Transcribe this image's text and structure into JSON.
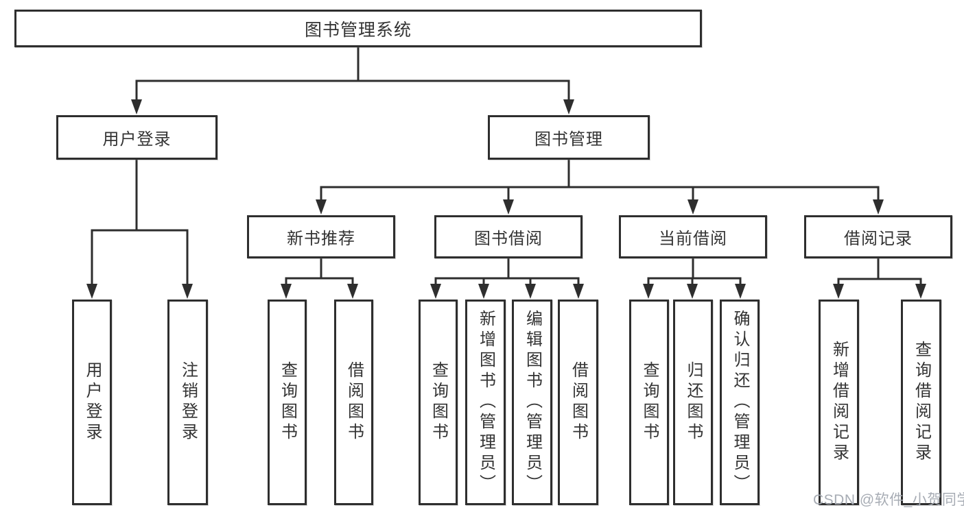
{
  "title": "图书管理系统",
  "tree": {
    "label": "图书管理系统",
    "children": [
      {
        "label": "用户登录",
        "children": [
          {
            "label": "用户登录"
          },
          {
            "label": "注销登录"
          }
        ]
      },
      {
        "label": "图书管理",
        "children": [
          {
            "label": "新书推荐",
            "children": [
              {
                "label": "查询图书"
              },
              {
                "label": "借阅图书"
              }
            ]
          },
          {
            "label": "图书借阅",
            "children": [
              {
                "label": "查询图书"
              },
              {
                "label": "新增图书（管理员）"
              },
              {
                "label": "编辑图书（管理员）"
              },
              {
                "label": "借阅图书"
              }
            ]
          },
          {
            "label": "当前借阅",
            "children": [
              {
                "label": "查询图书"
              },
              {
                "label": "归还图书"
              },
              {
                "label": "确认归还（管理员）"
              }
            ]
          },
          {
            "label": "借阅记录",
            "children": [
              {
                "label": "新增借阅记录"
              },
              {
                "label": "查询借阅记录"
              }
            ]
          }
        ]
      }
    ]
  },
  "watermark": {
    "text": "CSDN @软件_小贺同学"
  },
  "colors": {
    "line": "#2e2e2e",
    "border": "#2e2e2e",
    "text": "#333333",
    "watermark": "#a7acb4",
    "background": "#ffffff"
  }
}
